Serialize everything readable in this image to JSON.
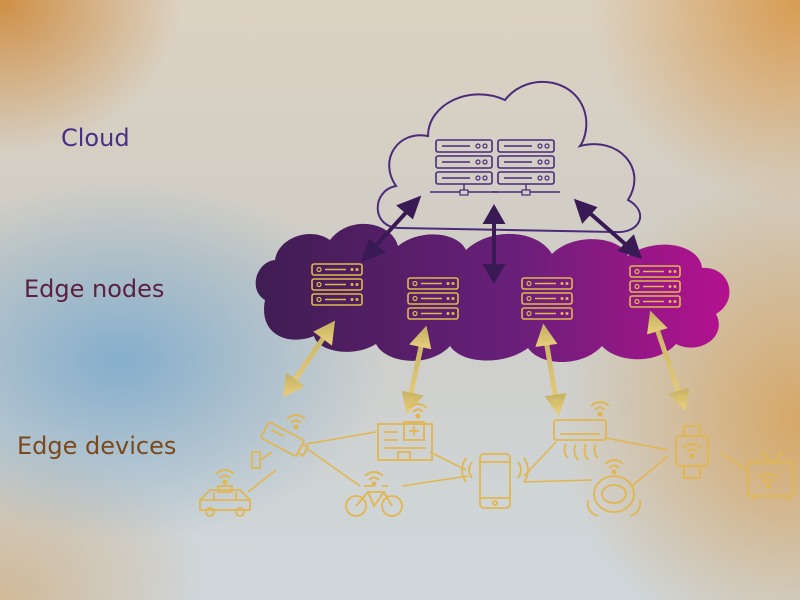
{
  "layers": {
    "cloud_label": "Cloud",
    "edge_nodes_label": "Edge nodes",
    "edge_devices_label": "Edge devices"
  },
  "colors": {
    "cloud_outline": "#4b2a7c",
    "edge_cloud_left": "#3f1d52",
    "edge_cloud_right": "#b5118f",
    "device_line": "#e2b64f",
    "arrow_cloud": "#3a1a55",
    "arrow_device": "#d9c06a"
  },
  "cloud": {
    "icons": [
      "server-rack-icon",
      "server-rack-icon"
    ]
  },
  "edge_nodes": {
    "icons": [
      "server-rack-icon",
      "server-rack-icon",
      "server-rack-icon",
      "server-rack-icon"
    ]
  },
  "edge_devices": {
    "icons": [
      "security-camera-icon",
      "taxi-car-icon",
      "hospital-building-icon",
      "bicycle-icon",
      "smartphone-icon",
      "air-conditioner-icon",
      "robot-vacuum-icon",
      "smartwatch-icon",
      "smart-tv-icon"
    ]
  }
}
